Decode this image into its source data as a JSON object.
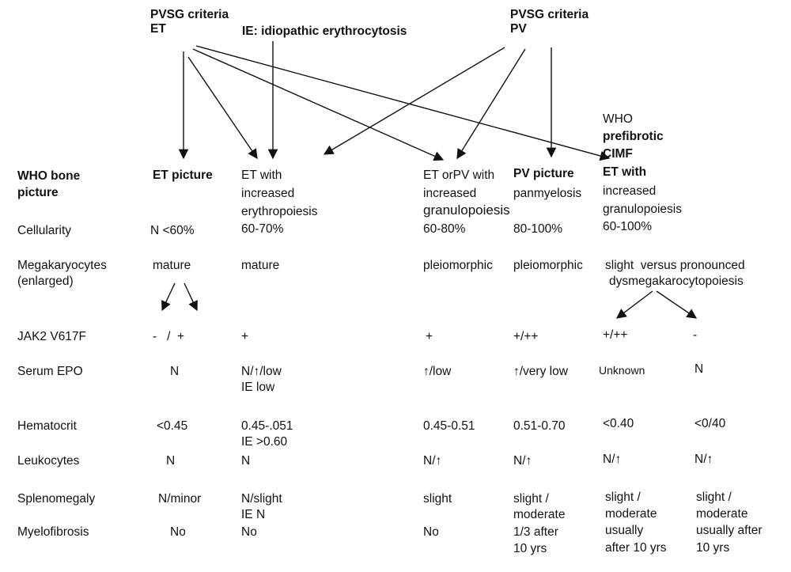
{
  "headers": {
    "pvsg_et_line1": "PVSG criteria",
    "pvsg_et_line2": "ET",
    "ie_label": "IE:  idiopathic erythrocytosis",
    "pvsg_pv_line1": "PVSG criteria",
    "pvsg_pv_line2": "PV"
  },
  "who_prefibrotic": {
    "line1": "WHO",
    "line2": "prefibrotic",
    "line3": "CIMF",
    "line4": "ET with",
    "line5": "increased",
    "line6": "granulopoiesis",
    "line7": "60-100%"
  },
  "row_labels": {
    "who_bone_line1": "WHO bone",
    "who_bone_line2": "picture",
    "cellularity": "Cellularity",
    "megakaryocytes_line1": "Megakaryocytes",
    "megakaryocytes_line2": "(enlarged)",
    "jak2": "JAK2 V617F",
    "serum_epo": "Serum EPO",
    "hematocrit": "Hematocrit",
    "leukocytes": "Leukocytes",
    "splenomegaly": "Splenomegaly",
    "myelofibrosis": "Myelofibrosis"
  },
  "col_et": {
    "picture": "ET picture",
    "cellularity": "N <60%",
    "megakaryocytes": "mature",
    "jak2": "-   /  +",
    "epo": "N",
    "hematocrit": "<0.45",
    "leukocytes": "N",
    "splenomegaly": "N/minor",
    "myelofibrosis": "No"
  },
  "col_et_ery": {
    "picture_line1": "ET with",
    "picture_line2": "increased",
    "picture_line3": "erythropoiesis",
    "cellularity": "60-70%",
    "megakaryocytes": "mature",
    "jak2": "+",
    "epo_line1": "N/↑/low",
    "epo_line2": "IE low",
    "hematocrit_line1": "0.45-.051",
    "hematocrit_line2": "IE >0.60",
    "leukocytes": "N",
    "splenomegaly_line1": "N/slight",
    "splenomegaly_line2": "IE N",
    "myelofibrosis": "No"
  },
  "col_et_pv_gran": {
    "picture_line1": "ET orPV with",
    "picture_line2": "increased",
    "picture_line3": "granulopoiesis",
    "cellularity": "60-80%",
    "megakaryocytes": "pleiomorphic",
    "jak2": "+",
    "epo": "↑/low",
    "hematocrit": "0.45-0.51",
    "leukocytes": "N/↑",
    "splenomegaly": "slight",
    "myelofibrosis": "No"
  },
  "col_pv": {
    "picture_line1": "PV picture",
    "picture_line2": "panmyelosis",
    "cellularity": "80-100%",
    "megakaryocytes": "pleiomorphic",
    "jak2": "+/++",
    "epo": "↑/very low",
    "hematocrit": "0.51-0.70",
    "leukocytes": "N/↑",
    "splenomegaly_line1": "slight /",
    "splenomegaly_line2": "moderate",
    "myelofibrosis_line1": "1/3 after",
    "myelofibrosis_line2": "10 yrs"
  },
  "col_cimf": {
    "megakaryocytes_line1": "slight  versus pronounced",
    "megakaryocytes_line2": "dysmegakarocytopoiesis",
    "jak2_slight": "+/++",
    "jak2_pronounced": "-",
    "epo_slight": "Unknown",
    "epo_pronounced": "N",
    "hematocrit_slight": "<0.40",
    "hematocrit_pronounced": "<0/40",
    "leukocytes_slight": "N/↑",
    "leukocytes_pronounced": "N/↑",
    "splen_slight_line1": "slight /",
    "splen_slight_line2": "moderate",
    "splen_pronounced_line1": "slight /",
    "splen_pronounced_line2": "moderate",
    "mf_slight_line1": "usually",
    "mf_slight_line2": "after 10 yrs",
    "mf_pronounced_line1": "usually after",
    "mf_pronounced_line2": "10 yrs"
  }
}
